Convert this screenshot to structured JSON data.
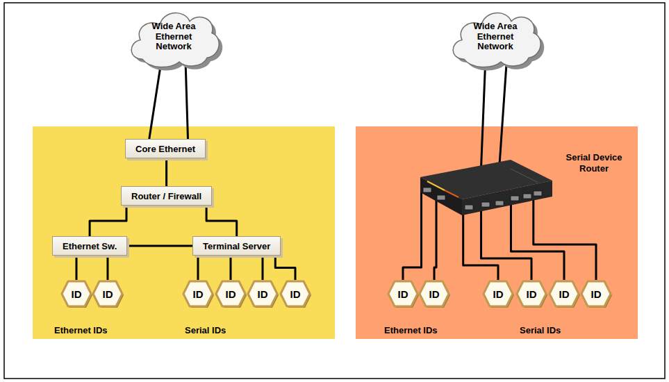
{
  "diagram": {
    "nodes": [
      {
        "text": [
          "Wide Area Ethernet Network"
        ]
      },
      {
        "text": [
          "Core Ethernet"
        ]
      },
      {
        "text": [
          "Router / Firewall"
        ]
      },
      {
        "text": [
          "Ethernet Sw."
        ]
      },
      {
        "text": [
          "Terminal Server"
        ]
      },
      {
        "text": [
          "ID"
        ]
      },
      {
        "text": [
          "ID"
        ]
      },
      {
        "text": [
          "ID"
        ]
      },
      {
        "text": [
          "ID"
        ]
      },
      {
        "text": [
          "ID"
        ]
      },
      {
        "text": [
          "ID"
        ]
      },
      {
        "text": [
          "Wide Area Ethernet Network"
        ]
      },
      {
        "text": [
          "Serial Device Router"
        ]
      },
      {
        "text": [
          "ID"
        ]
      },
      {
        "text": [
          "ID"
        ]
      },
      {
        "text": [
          "ID"
        ]
      },
      {
        "text": [
          "ID"
        ]
      },
      {
        "text": [
          "ID"
        ]
      },
      {
        "text": [
          "ID"
        ]
      }
    ],
    "edges": [
      {
        "from": 0,
        "to": 1,
        "arrow": "none"
      },
      {
        "from": 0,
        "to": 1,
        "arrow": "none"
      },
      {
        "from": 1,
        "to": 2,
        "arrow": "none"
      },
      {
        "from": 2,
        "to": 3,
        "arrow": "none"
      },
      {
        "from": 2,
        "to": 4,
        "arrow": "none"
      },
      {
        "from": 3,
        "to": 4,
        "arrow": "none"
      },
      {
        "from": 3,
        "to": 5,
        "arrow": "none"
      },
      {
        "from": 3,
        "to": 6,
        "arrow": "none"
      },
      {
        "from": 4,
        "to": 7,
        "arrow": "none"
      },
      {
        "from": 4,
        "to": 8,
        "arrow": "none"
      },
      {
        "from": 4,
        "to": 9,
        "arrow": "none"
      },
      {
        "from": 4,
        "to": 10,
        "arrow": "none"
      },
      {
        "from": 11,
        "to": 12,
        "arrow": "none"
      },
      {
        "from": 11,
        "to": 12,
        "arrow": "none"
      },
      {
        "from": 12,
        "to": 13,
        "arrow": "none"
      },
      {
        "from": 12,
        "to": 14,
        "arrow": "none"
      },
      {
        "from": 12,
        "to": 15,
        "arrow": "none"
      },
      {
        "from": 12,
        "to": 16,
        "arrow": "none"
      },
      {
        "from": 12,
        "to": 17,
        "arrow": "none"
      },
      {
        "from": 12,
        "to": 18,
        "arrow": "none"
      }
    ],
    "labels": [
      "Ethernet IDs",
      "Serial IDs",
      "Ethernet IDs",
      "Serial IDs"
    ]
  }
}
